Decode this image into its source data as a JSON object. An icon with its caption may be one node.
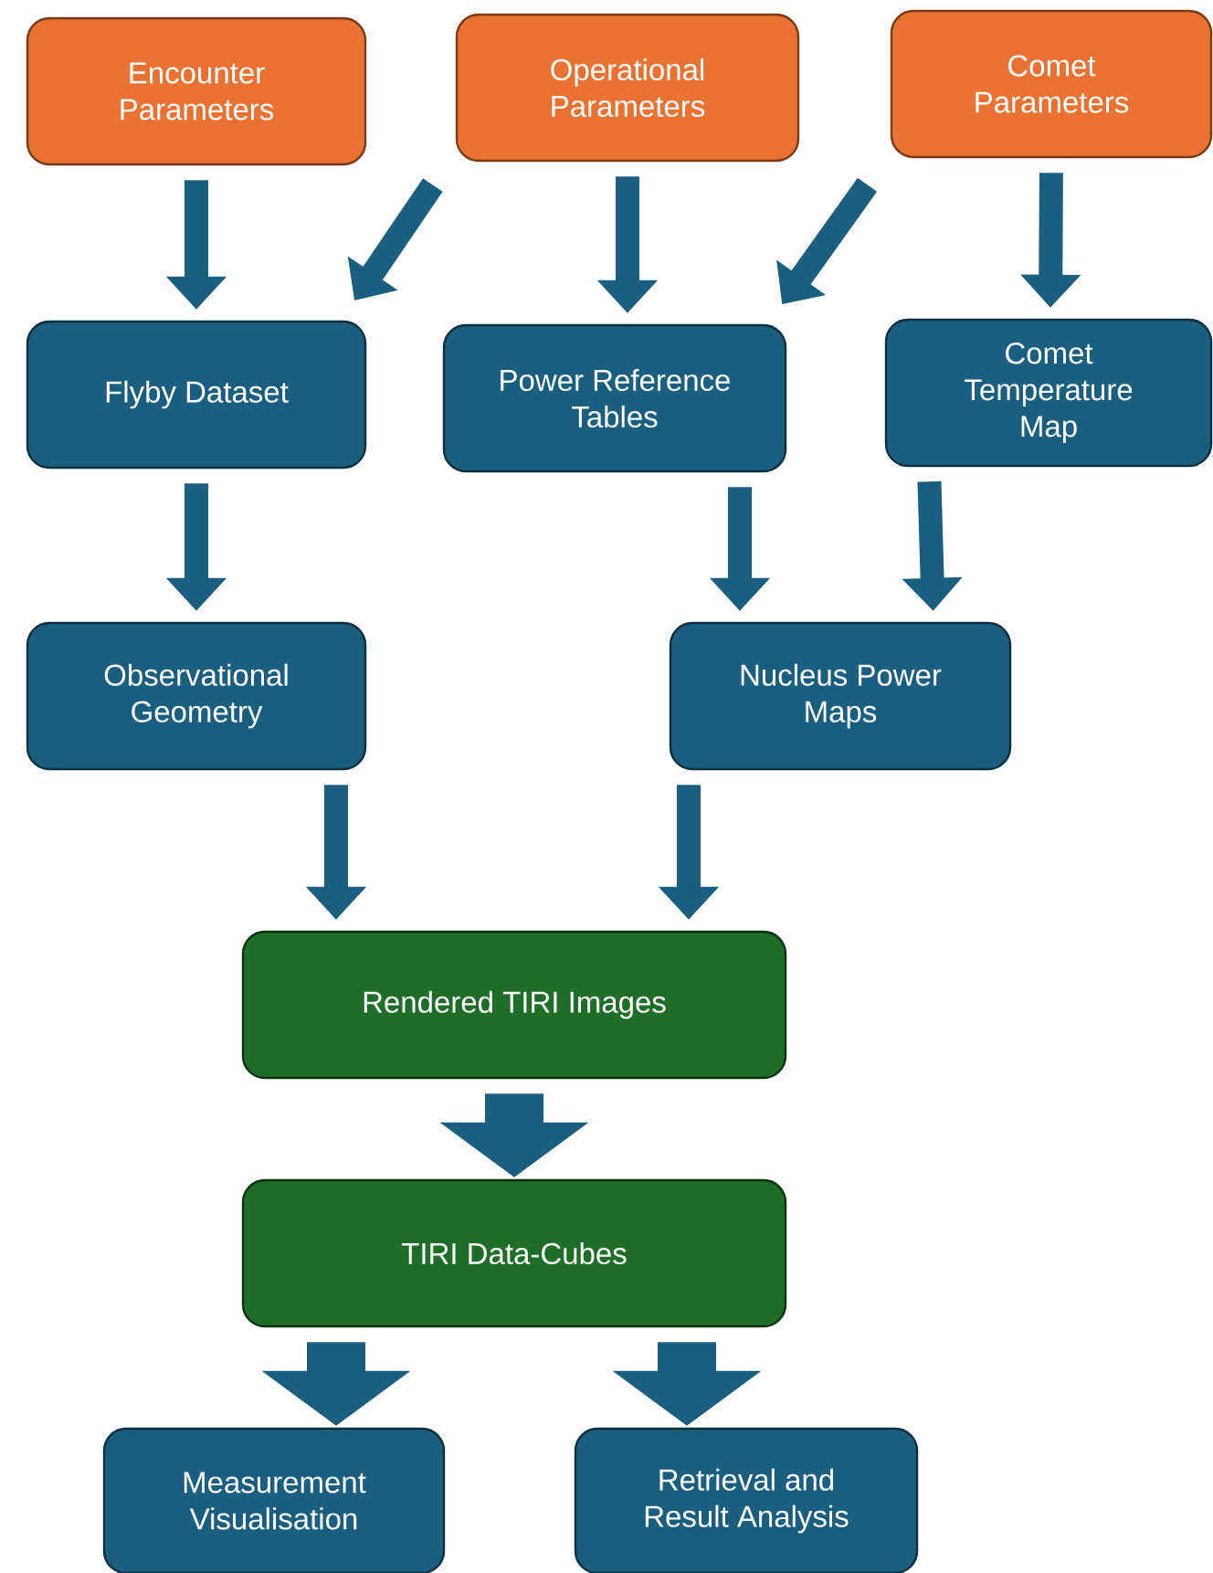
{
  "diagram": {
    "nodes": [
      {
        "text": [
          "Encounter Parameters"
        ]
      },
      {
        "text": [
          "Operational Parameters"
        ]
      },
      {
        "text": [
          "Comet Parameters"
        ]
      },
      {
        "text": [
          "Flyby Dataset"
        ]
      },
      {
        "text": [
          "Power Reference Tables"
        ]
      },
      {
        "text": [
          "Comet Temperature Map"
        ]
      },
      {
        "text": [
          "Observational Geometry"
        ]
      },
      {
        "text": [
          "Nucleus Power Maps"
        ]
      },
      {
        "text": [
          "Rendered TIRI Images"
        ]
      },
      {
        "text": [
          "TIRI Data-Cubes"
        ]
      },
      {
        "text": [
          "Measurement Visualisation"
        ]
      },
      {
        "text": [
          "Retrieval and Result Analysis"
        ]
      }
    ],
    "edges": [
      {
        "from": 0,
        "to": 3,
        "arrow": "to"
      },
      {
        "from": 1,
        "to": 3,
        "arrow": "to"
      },
      {
        "from": 1,
        "to": 4,
        "arrow": "to"
      },
      {
        "from": 2,
        "to": 4,
        "arrow": "to"
      },
      {
        "from": 2,
        "to": 5,
        "arrow": "to"
      },
      {
        "from": 3,
        "to": 6,
        "arrow": "to"
      },
      {
        "from": 4,
        "to": 7,
        "arrow": "to"
      },
      {
        "from": 5,
        "to": 7,
        "arrow": "to"
      },
      {
        "from": 6,
        "to": 8,
        "arrow": "to"
      },
      {
        "from": 7,
        "to": 8,
        "arrow": "to"
      },
      {
        "from": 8,
        "to": 9,
        "arrow": "to",
        "style": "thick"
      },
      {
        "from": 9,
        "to": 10,
        "arrow": "to",
        "style": "thick"
      },
      {
        "from": 9,
        "to": 11,
        "arrow": "to",
        "style": "thick"
      }
    ]
  }
}
